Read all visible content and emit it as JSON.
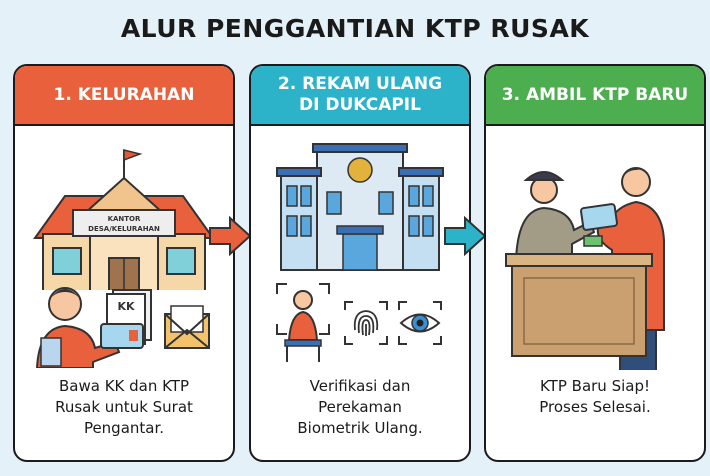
{
  "title": "ALUR PENGGANTIAN KTP RUSAK",
  "colors": {
    "step1": "#e8613c",
    "step2": "#2db3c9",
    "step3": "#4cae4f",
    "background": "#e4f1f8"
  },
  "steps": [
    {
      "header_line1": "1. KELURAHAN",
      "header_line2": "",
      "building_sign_line1": "KANTOR",
      "building_sign_line2": "DESA/KELURAHAN",
      "document_label": "KK",
      "caption_line1": "Bawa KK dan KTP",
      "caption_line2": "Rusak untuk Surat",
      "caption_line3": "Pengantar."
    },
    {
      "header_line1": "2. REKAM ULANG",
      "header_line2": "DI DUKCAPIL",
      "caption_line1": "Verifikasi dan",
      "caption_line2": "Perekaman",
      "caption_line3": "Biometrik Ulang."
    },
    {
      "header_line1": "3. AMBIL KTP BARU",
      "header_line2": "",
      "caption_line1": "KTP Baru Siap!",
      "caption_line2": "Proses Selesai.",
      "caption_line3": ""
    }
  ],
  "icons": [
    "office-building-icon",
    "person-documents-icon",
    "envelope-icon",
    "government-building-icon",
    "face-scan-icon",
    "fingerprint-icon",
    "eye-scan-icon",
    "counter-officer-icon",
    "arrow-right-icon"
  ]
}
